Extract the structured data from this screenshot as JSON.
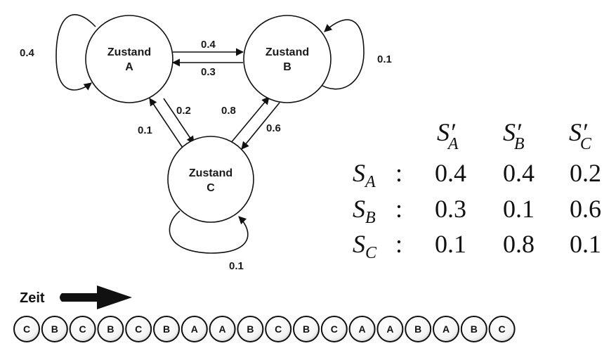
{
  "states": [
    {
      "id": "A",
      "title": "Zustand",
      "letter": "A"
    },
    {
      "id": "B",
      "title": "Zustand",
      "letter": "B"
    },
    {
      "id": "C",
      "title": "Zustand",
      "letter": "C"
    }
  ],
  "transitions": [
    {
      "from": "A",
      "to": "A",
      "label": "0.4"
    },
    {
      "from": "A",
      "to": "B",
      "label": "0.4"
    },
    {
      "from": "B",
      "to": "A",
      "label": "0.3"
    },
    {
      "from": "B",
      "to": "B",
      "label": "0.1"
    },
    {
      "from": "A",
      "to": "C",
      "label": "0.2"
    },
    {
      "from": "C",
      "to": "A",
      "label": "0.1"
    },
    {
      "from": "C",
      "to": "B",
      "label": "0.8"
    },
    {
      "from": "B",
      "to": "C",
      "label": "0.6"
    },
    {
      "from": "C",
      "to": "C",
      "label": "0.1"
    }
  ],
  "matrix": {
    "col_headers": [
      {
        "base": "S",
        "sub": "A"
      },
      {
        "base": "S",
        "sub": "B"
      },
      {
        "base": "S",
        "sub": "C"
      }
    ],
    "rows": [
      {
        "base": "S",
        "sub": "A",
        "values": [
          "0.4",
          "0.4",
          "0.2"
        ]
      },
      {
        "base": "S",
        "sub": "B",
        "values": [
          "0.3",
          "0.1",
          "0.6"
        ]
      },
      {
        "base": "S",
        "sub": "C",
        "values": [
          "0.1",
          "0.8",
          "0.1"
        ]
      }
    ]
  },
  "timeline": {
    "label": "Zeit",
    "sequence": [
      "C",
      "B",
      "C",
      "B",
      "C",
      "B",
      "A",
      "A",
      "B",
      "C",
      "B",
      "C",
      "A",
      "A",
      "B",
      "A",
      "B",
      "C"
    ]
  }
}
